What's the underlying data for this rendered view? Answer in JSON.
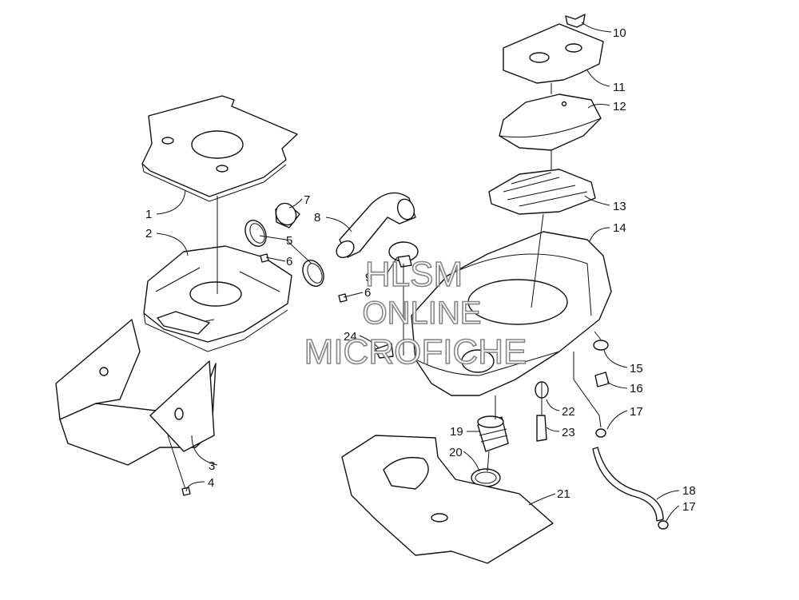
{
  "callouts": [
    {
      "id": "1",
      "label": "1"
    },
    {
      "id": "2",
      "label": "2"
    },
    {
      "id": "3",
      "label": "3"
    },
    {
      "id": "4",
      "label": "4"
    },
    {
      "id": "5",
      "label": "5"
    },
    {
      "id": "6a",
      "label": "6"
    },
    {
      "id": "6b",
      "label": "6"
    },
    {
      "id": "7",
      "label": "7"
    },
    {
      "id": "8",
      "label": "8"
    },
    {
      "id": "9",
      "label": "9"
    },
    {
      "id": "10",
      "label": "10"
    },
    {
      "id": "11",
      "label": "11"
    },
    {
      "id": "12",
      "label": "12"
    },
    {
      "id": "13",
      "label": "13"
    },
    {
      "id": "14",
      "label": "14"
    },
    {
      "id": "15",
      "label": "15"
    },
    {
      "id": "16",
      "label": "16"
    },
    {
      "id": "17a",
      "label": "17"
    },
    {
      "id": "17b",
      "label": "17"
    },
    {
      "id": "18",
      "label": "18"
    },
    {
      "id": "19",
      "label": "19"
    },
    {
      "id": "20",
      "label": "20"
    },
    {
      "id": "21",
      "label": "21"
    },
    {
      "id": "22",
      "label": "22"
    },
    {
      "id": "23",
      "label": "23"
    },
    {
      "id": "24",
      "label": "24"
    }
  ],
  "watermark": {
    "line1": "HLSM",
    "line2": "ONLINE",
    "line3": "MICROFICHE"
  }
}
